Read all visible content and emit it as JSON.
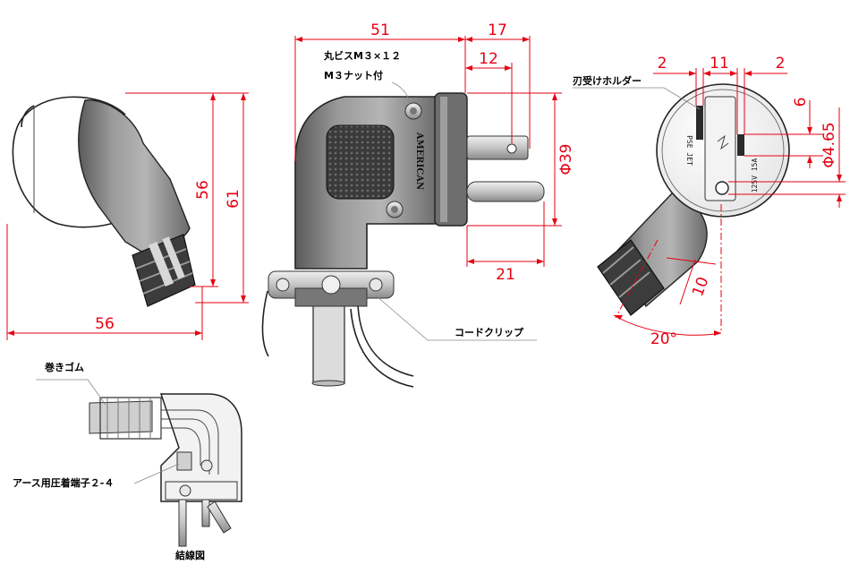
{
  "dimensions": {
    "side_width": "56",
    "side_height_inner": "56",
    "side_height_outer": "61",
    "front_width": "51",
    "front_pin_offset": "17",
    "front_pin_spacing": "12",
    "front_diameter": "Φ39",
    "front_bottom": "21",
    "face_left": "2",
    "face_middle": "11",
    "face_right": "2",
    "face_pin_height": "6",
    "face_hole": "Φ4.65",
    "angle_offset": "10",
    "angle": "20°"
  },
  "labels": {
    "screw_line1": "丸ビスM３×１２",
    "screw_line2": "M３ナット付",
    "blade_holder": "刃受けホルダー",
    "cord_clip": "コードクリップ",
    "rubber": "巻きゴム",
    "earth_terminal": "アース用圧着端子２-４",
    "wiring_diagram": "結線図"
  },
  "markings": {
    "brand": "AMERICAN",
    "face_left": "PSE JET",
    "face_right": "125V 15A"
  },
  "colors": {
    "dimension": "#e60012",
    "outline": "#222222",
    "body_fill": "#8f8f8f",
    "body_dark": "#4a4a4a",
    "metal": "#c8c8c8"
  }
}
